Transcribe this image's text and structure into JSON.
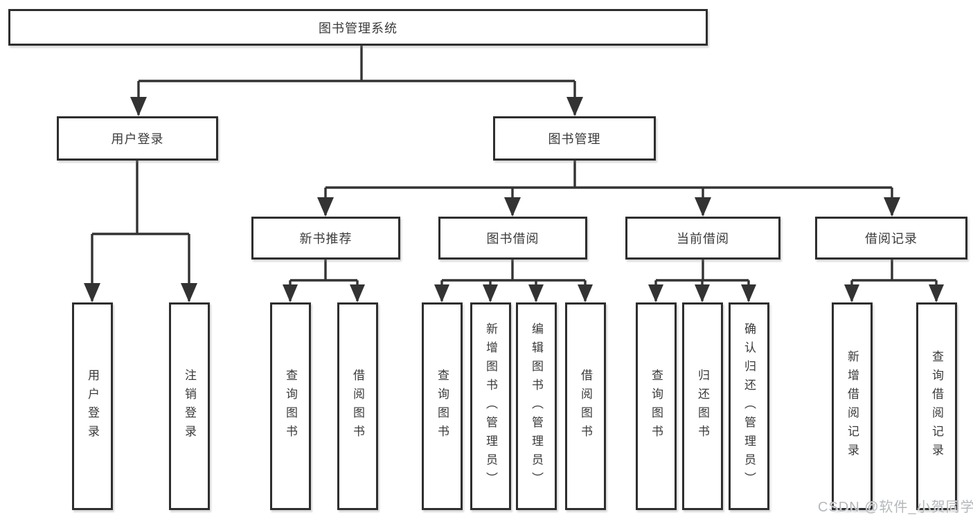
{
  "nodes": {
    "root": "图书管理系统",
    "level2": [
      "用户登录",
      "图书管理"
    ],
    "level3": [
      "新书推荐",
      "图书借阅",
      "当前借阅",
      "借阅记录"
    ],
    "leaves": {
      "login": [
        "用户登录",
        "注销登录"
      ],
      "recommend": [
        "查询图书",
        "借阅图书"
      ],
      "borrow": [
        "查询图书",
        "新增图书（管理员）",
        "编辑图书（管理员）",
        "借阅图书"
      ],
      "current": [
        "查询图书",
        "归还图书",
        "确认归还（管理员）"
      ],
      "records": [
        "新增借阅记录",
        "查询借阅记录"
      ]
    }
  },
  "watermark": "CSDN @软件_小贺同学",
  "colors": {
    "line": "#333333",
    "node_border": "#2e2e2e",
    "text": "#3a3a3a",
    "background": "#ffffff",
    "watermark": "#b4b8bb"
  }
}
